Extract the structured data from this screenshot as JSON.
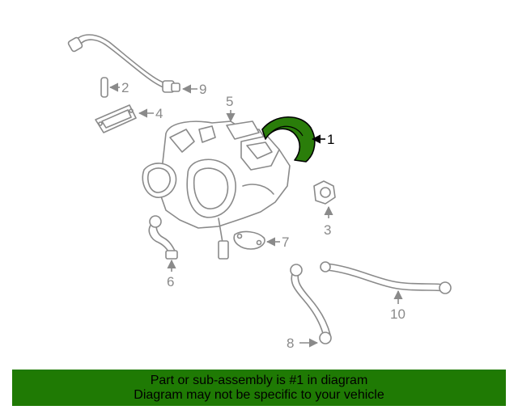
{
  "colors": {
    "highlight_part": "#2a7d0a",
    "banner_background": "#1f7a04",
    "line_gray": "#8a8a8a"
  },
  "callouts": {
    "c1": "1",
    "c2": "2",
    "c3": "3",
    "c4": "4",
    "c5": "5",
    "c6": "6",
    "c7": "7",
    "c8": "8",
    "c9": "9",
    "c10": "10"
  },
  "banner": {
    "line1": "Part or sub-assembly is #1 in diagram",
    "line2": "Diagram may not be specific to your vehicle"
  }
}
